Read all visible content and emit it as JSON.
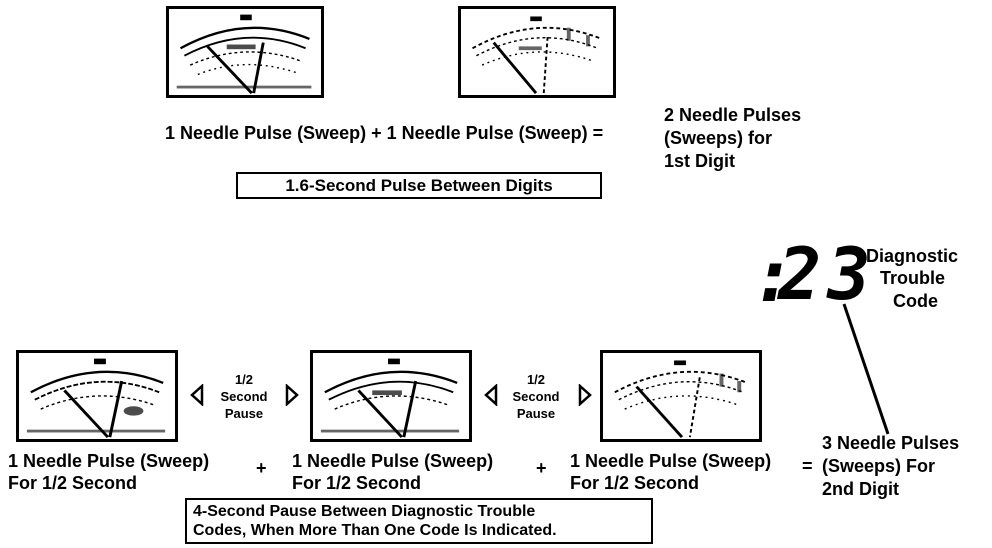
{
  "top": {
    "caption_left": "1 Needle Pulse (Sweep) + 1 Needle Pulse (Sweep) =",
    "result_line1": "2 Needle Pulses",
    "result_line2": "(Sweeps) for",
    "result_line3": "1st Digit",
    "digit_pause_box": "1.6-Second Pulse Between Digits"
  },
  "display": {
    "colon": ":",
    "code": "23",
    "label_line1": "Diagnostic",
    "label_line2": "Trouble",
    "label_line3": "Code"
  },
  "bottom": {
    "pulse_line1": "1 Needle Pulse (Sweep)",
    "pulse_line2": "For 1/2 Second",
    "plus": "+",
    "equals": "=",
    "pause_line1": "1/2",
    "pause_line2": "Second",
    "pause_line3": "Pause",
    "result_line1": "3 Needle Pulses",
    "result_line2": "(Sweeps) For",
    "result_line3": "2nd Digit",
    "code_pause_box_line1": "4-Second Pause Between Diagnostic Trouble",
    "code_pause_box_line2": "Codes, When More Than One Code Is Indicated."
  },
  "icons": {
    "meter": "analog-meter-icon",
    "pause_arrow": "pause-arrow-icon"
  }
}
